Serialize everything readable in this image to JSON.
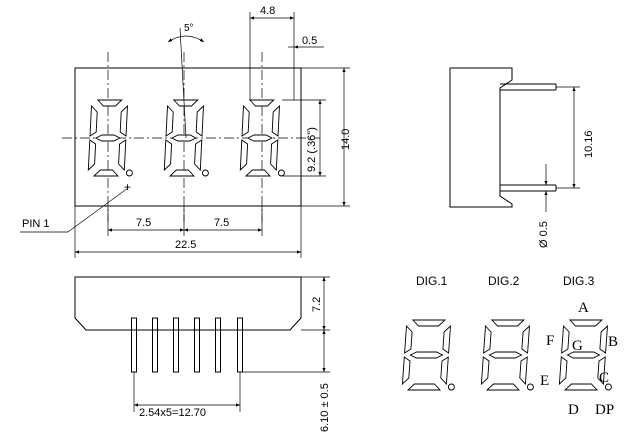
{
  "dimensions": {
    "top_width": "4.8",
    "top_gap": "0.5",
    "angle": "5°",
    "digit_height": "9.2 (.36\")",
    "body_height": "14.0",
    "pitch_1": "7.5",
    "pitch_2": "7.5",
    "body_width": "22.5",
    "pin_spacing": "10.16",
    "pin_diameter": "Ø 0.5",
    "side_height": "7.2",
    "pin_length": "6.10 ± 0.5",
    "pin_pitch": "2.54x5=12.70"
  },
  "labels": {
    "pin1": "PIN 1",
    "pin1_mark": "+"
  },
  "digits": {
    "dig1": "DIG.1",
    "dig2": "DIG.2",
    "dig3": "DIG.3"
  },
  "segments": {
    "a": "A",
    "b": "B",
    "c": "C",
    "d": "D",
    "e": "E",
    "f": "F",
    "g": "G",
    "dp": "DP"
  }
}
